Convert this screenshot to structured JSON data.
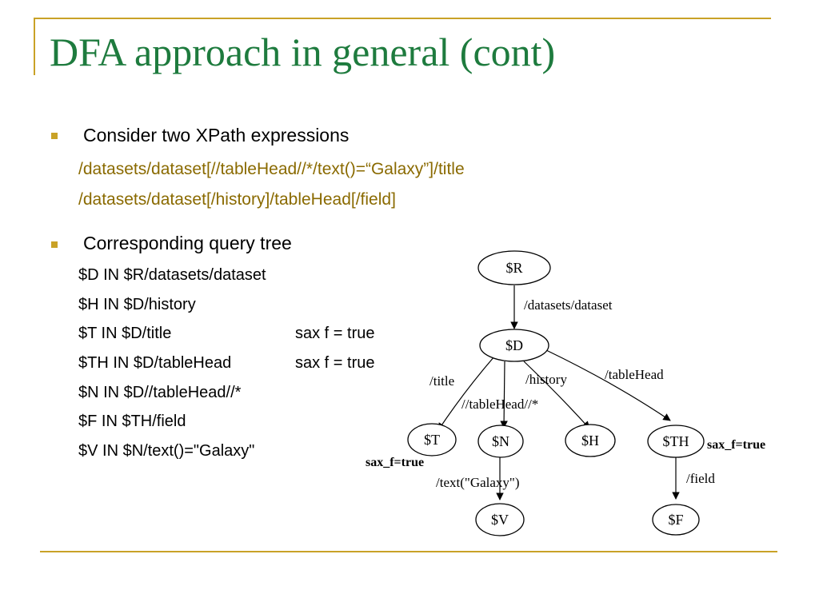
{
  "slide": {
    "title": "DFA approach in general (cont)",
    "bullet1": {
      "text": "Consider two XPath expressions",
      "expressions": [
        "/datasets/dataset[//tableHead//*/text()=“Galaxy”]/title",
        "/datasets/dataset[/history]/tableHead[/field]"
      ]
    },
    "bullet2": {
      "text": "Corresponding query tree",
      "bindings": [
        "$D IN $R/datasets/dataset",
        "$H IN $D/history",
        "$T IN $D/title",
        "$TH IN $D/tableHead",
        "$N IN $D//tableHead//*",
        "$F IN $TH/field",
        "$V IN $N/text()=\"Galaxy\""
      ],
      "flag_t": "sax f = true",
      "flag_th": "sax f = true"
    }
  },
  "diagram": {
    "nodes": {
      "R": "$R",
      "D": "$D",
      "T": "$T",
      "N": "$N",
      "H": "$H",
      "TH": "$TH",
      "V": "$V",
      "F": "$F"
    },
    "edges": {
      "r_d": "/datasets/dataset",
      "d_t": "/title",
      "d_n": "//tableHead//*",
      "d_h": "/history",
      "d_th": "/tableHead",
      "n_v": "/text(\"Galaxy\")",
      "th_f": "/field"
    },
    "flags": {
      "t": "sax_f=true",
      "th": "sax_f=true"
    }
  }
}
